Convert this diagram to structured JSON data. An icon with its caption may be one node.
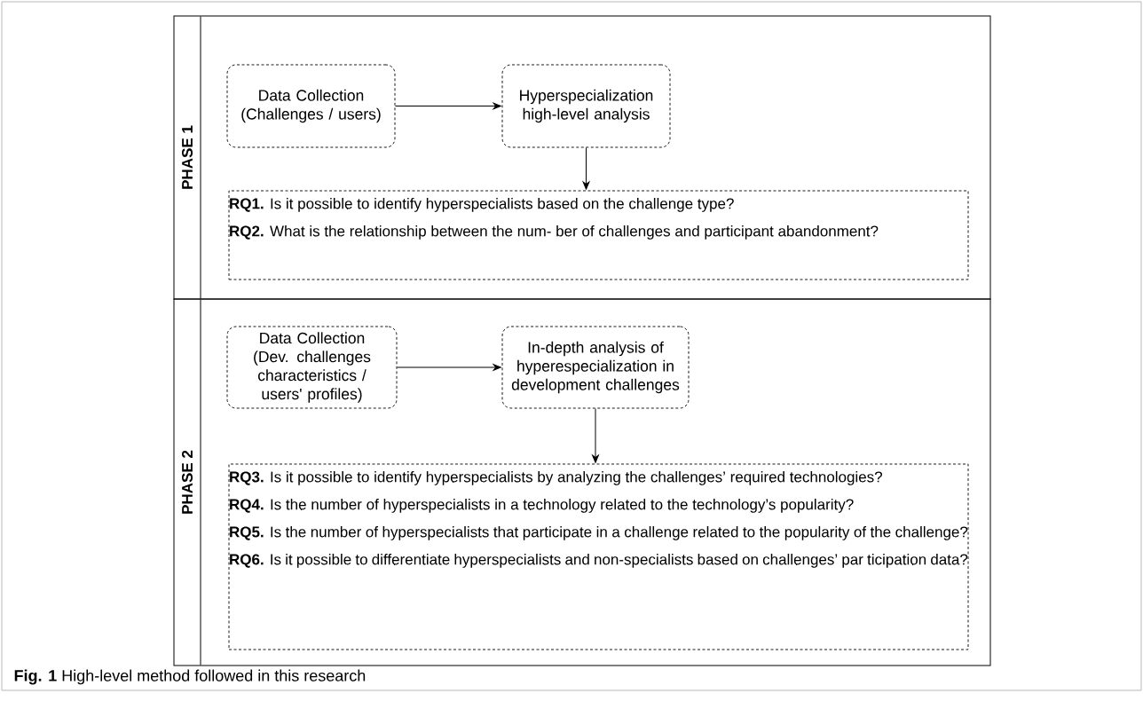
{
  "diagram": {
    "caption": "**Fig. 1** High-level method followed in this research",
    "nodes": [
      {
        "text": [
          "PHASE 1"
        ]
      },
      {
        "text": [
          "Data Collection (Challenges / users)"
        ],
        "in": 0
      },
      {
        "text": [
          "Hyperspecialization high-level analysis"
        ],
        "in": 0
      },
      {
        "text": [
          "**RQ1.** Is it possible to identify hyperspecialists based on the challenge type?",
          "**RQ2.** What is the relationship between the num- ber of challenges and participant abandonment?"
        ],
        "in": 0
      },
      {
        "text": [
          "PHASE 2"
        ]
      },
      {
        "text": [
          "Data Collection (Dev. challenges characteristics / users' profiles)"
        ],
        "in": 4
      },
      {
        "text": [
          "In-depth analysis of hyperespecialization in development challenges"
        ],
        "in": 4
      },
      {
        "text": [
          "**RQ3.** Is it possible to identify hyperspecialists by analyzing the challenges’ required technologies?",
          "**RQ4.** Is the number of hyperspecialists in a technology related to the technology’s popularity?",
          "**RQ5.** Is the number of hyperspecialists that participate in a challenge related to the popularity of the challenge?",
          "**RQ6.** Is it possible to differentiate hyperspecialists and non-specialists based on challenges’ par ticipation data?"
        ],
        "in": 4
      }
    ],
    "edges": [
      {
        "from": 1,
        "to": 2,
        "arrow": "to"
      },
      {
        "from": 2,
        "to": 3,
        "arrow": "to"
      },
      {
        "from": 5,
        "to": 6,
        "arrow": "to"
      },
      {
        "from": 6,
        "to": 7,
        "arrow": "to"
      }
    ]
  }
}
